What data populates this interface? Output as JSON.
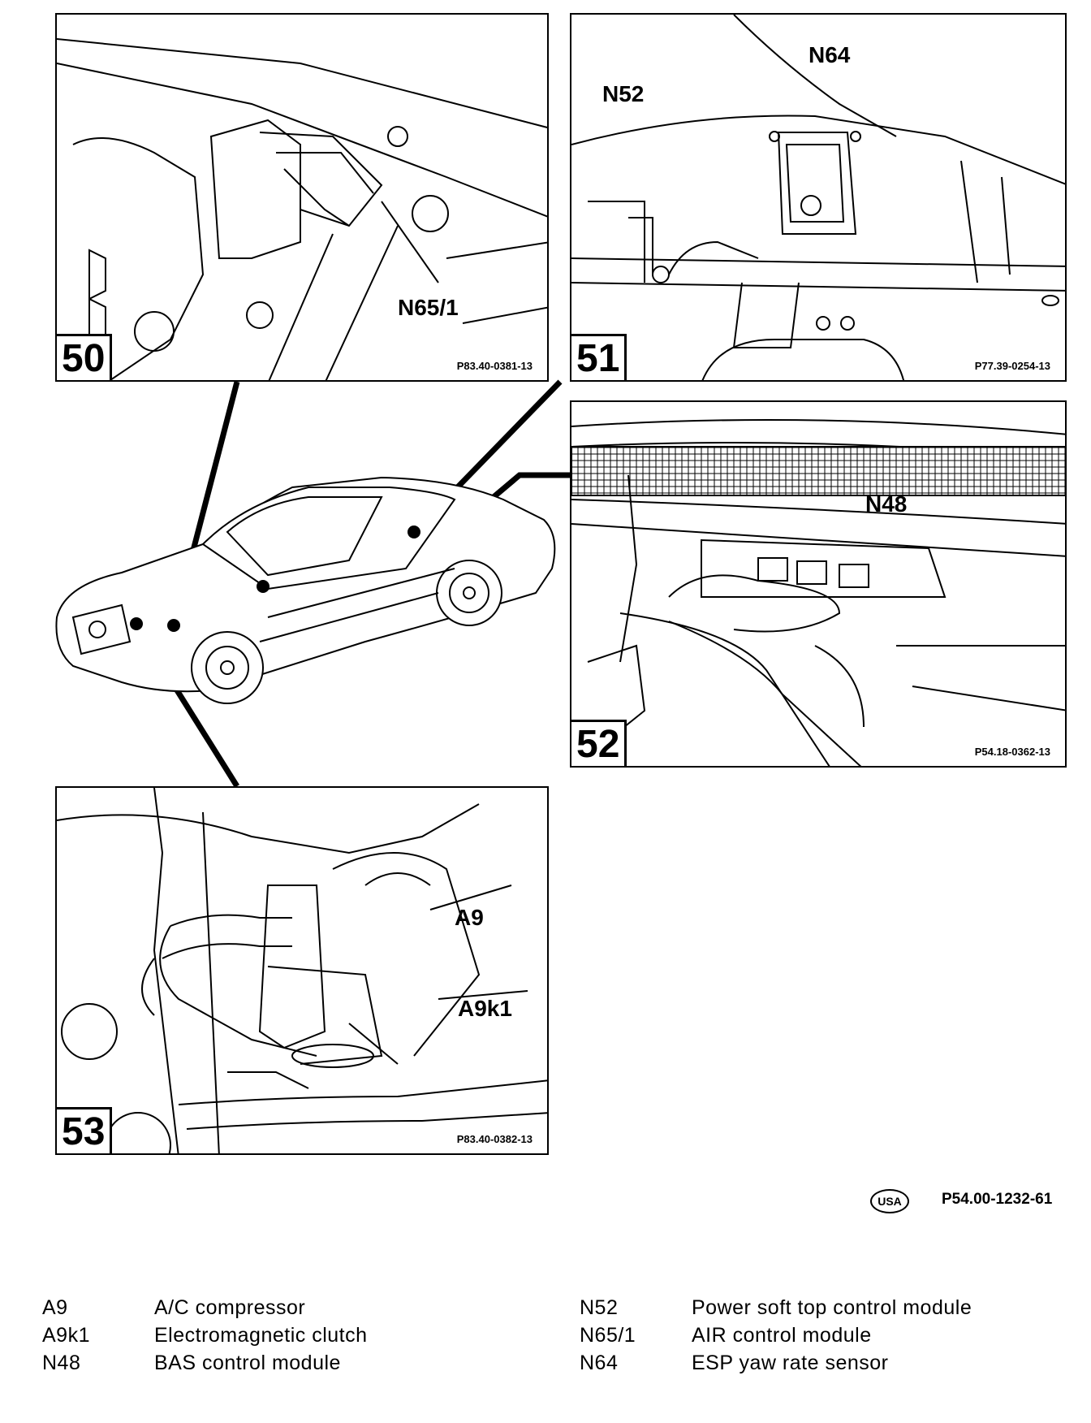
{
  "panels": [
    {
      "number": "50",
      "code": "P83.40-0381-13",
      "callouts": [
        "N65/1"
      ]
    },
    {
      "number": "51",
      "code": "P77.39-0254-13",
      "callouts": [
        "N64",
        "N52"
      ]
    },
    {
      "number": "52",
      "code": "P54.18-0362-13",
      "callouts": [
        "N48"
      ]
    },
    {
      "number": "53",
      "code": "P83.40-0382-13",
      "callouts": [
        "A9",
        "A9k1"
      ]
    }
  ],
  "figure": {
    "region_badge": "USA",
    "reference_code": "P54.00-1232-61"
  },
  "legend": {
    "left": [
      {
        "code": "A9",
        "description": "A/C compressor"
      },
      {
        "code": "A9k1",
        "description": "Electromagnetic clutch"
      },
      {
        "code": "N48",
        "description": "BAS control module"
      }
    ],
    "right": [
      {
        "code": "N52",
        "description": "Power soft top control module"
      },
      {
        "code": "N65/1",
        "description": "AIR control module"
      },
      {
        "code": "N64",
        "description": "ESP yaw rate sensor"
      }
    ]
  }
}
